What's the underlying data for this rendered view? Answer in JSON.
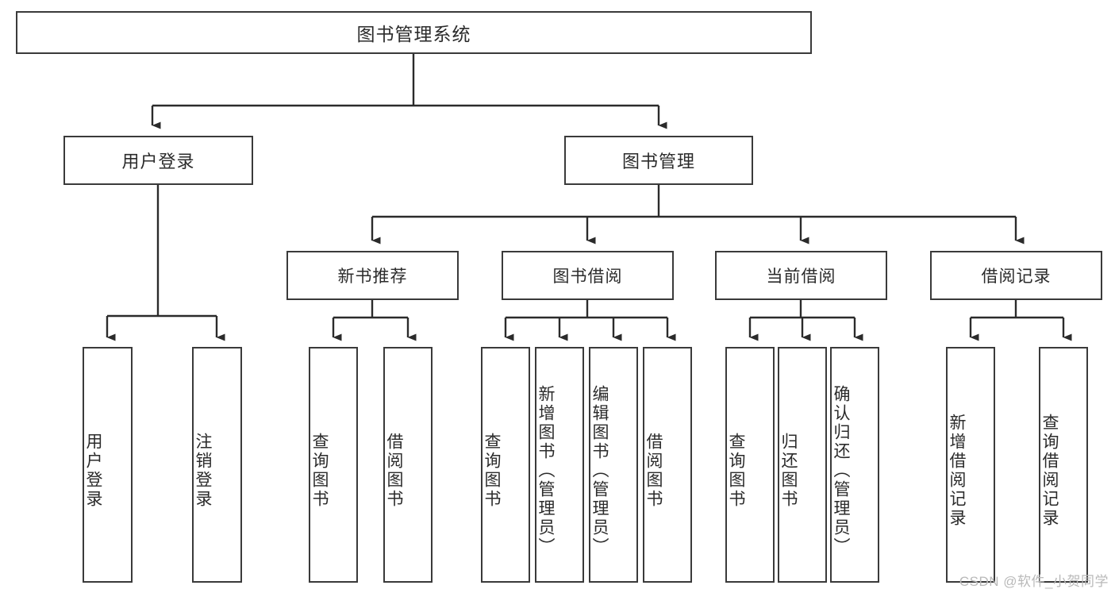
{
  "diagram": {
    "title": "图书管理系统",
    "type": "tree-hierarchy-chart",
    "colors": {
      "box_border": "#3a3a3a",
      "box_fill": "#ffffff",
      "connector": "#2b2b2b",
      "text": "#2b2b2b",
      "watermark": "#b9b9b9"
    },
    "root": {
      "label": "图书管理系统"
    },
    "level1": [
      {
        "label": "用户登录"
      },
      {
        "label": "图书管理"
      }
    ],
    "level2": [
      {
        "label": "新书推荐"
      },
      {
        "label": "图书借阅"
      },
      {
        "label": "当前借阅"
      },
      {
        "label": "借阅记录"
      }
    ],
    "leaves": {
      "user_login": [
        {
          "label": "用户登录"
        },
        {
          "label": "注销登录"
        }
      ],
      "new_book_recommend": [
        {
          "label": "查询图书"
        },
        {
          "label": "借阅图书"
        }
      ],
      "book_borrow": [
        {
          "label": "查询图书"
        },
        {
          "label": "新增图书（管理员）"
        },
        {
          "label": "编辑图书（管理员）"
        },
        {
          "label": "借阅图书"
        }
      ],
      "current_borrow": [
        {
          "label": "查询图书"
        },
        {
          "label": "归还图书"
        },
        {
          "label": "确认归还（管理员）"
        }
      ],
      "borrow_records": [
        {
          "label": "新增借阅记录"
        },
        {
          "label": "查询借阅记录"
        }
      ]
    },
    "watermark": "CSDN @软件_小贺同学"
  }
}
